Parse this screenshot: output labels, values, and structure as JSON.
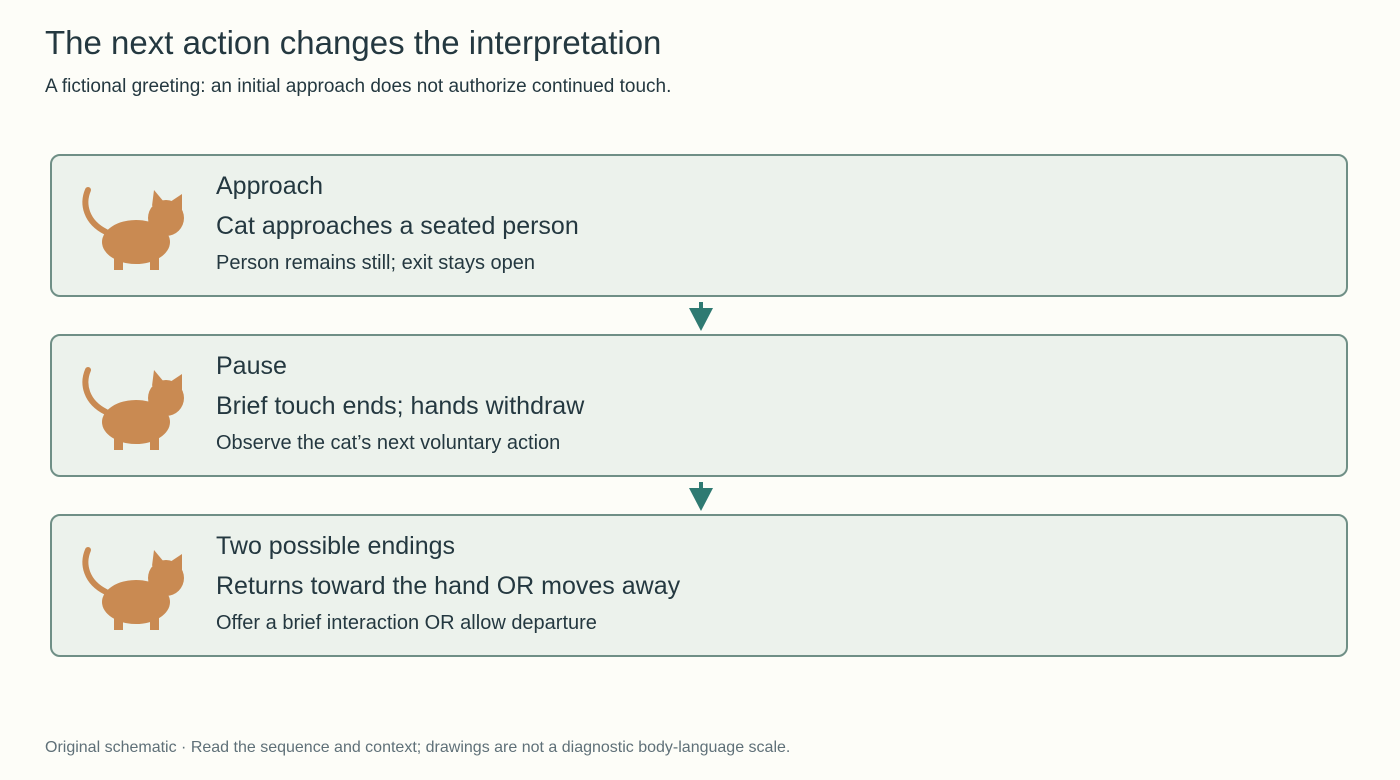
{
  "header": {
    "title": "The next action changes the interpretation",
    "subtitle": "A fictional greeting: an initial approach does not authorize continued touch."
  },
  "steps": [
    {
      "label": "Approach",
      "headline": "Cat approaches a seated person",
      "detail": "Person remains still; exit stays open",
      "icon": "cat-icon"
    },
    {
      "label": "Pause",
      "headline": "Brief touch ends; hands withdraw",
      "detail": "Observe the cat’s next voluntary action",
      "icon": "cat-icon"
    },
    {
      "label": "Two possible endings",
      "headline": "Returns toward the hand OR moves away",
      "detail": "Offer a brief interaction OR allow departure",
      "icon": "cat-icon"
    }
  ],
  "footer": {
    "note": "Original schematic · Read the sequence and context; drawings are not a diagnostic body-language scale."
  },
  "colors": {
    "background": "#fdfdf8",
    "card_fill": "#ecf2ec",
    "card_border": "#6f8f86",
    "cat": "#c98a52",
    "arrow": "#2f7a72",
    "text": "#243840"
  }
}
